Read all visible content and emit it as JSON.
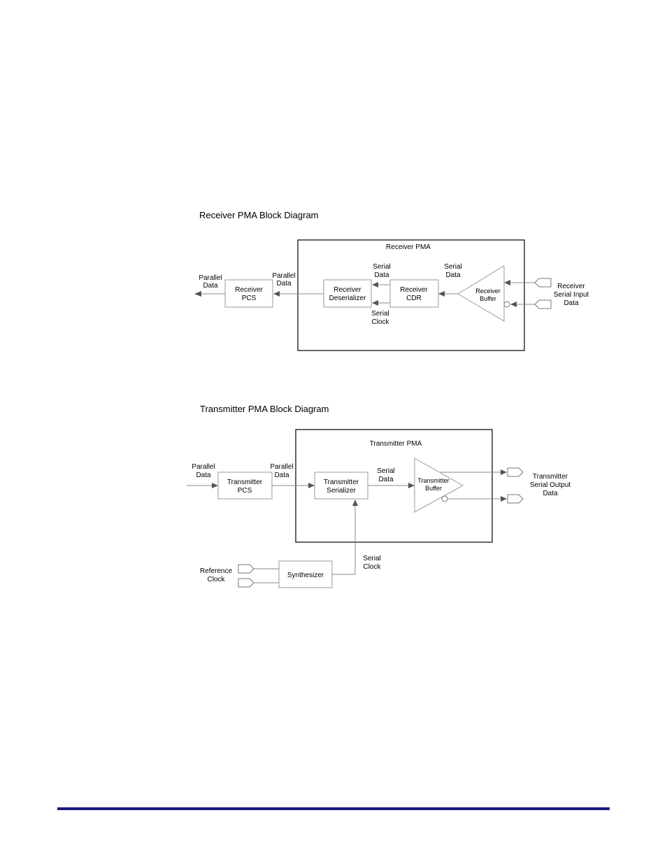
{
  "receiver": {
    "title": "Receiver PMA Block Diagram",
    "pma_label": "Receiver PMA",
    "parallel_out": [
      "Parallel",
      "Data"
    ],
    "parallel_in": [
      "Parallel",
      "Data"
    ],
    "pcs": [
      "Receiver",
      "PCS"
    ],
    "deserializer": [
      "Receiver",
      "Deserializer"
    ],
    "serial_data_inner": [
      "Serial",
      "Data"
    ],
    "serial_clock": [
      "Serial",
      "Clock"
    ],
    "cdr": [
      "Receiver",
      "CDR"
    ],
    "serial_data_outer": [
      "Serial",
      "Data"
    ],
    "buffer": [
      "Receiver",
      "Buffer"
    ],
    "input_label": [
      "Receiver",
      "Serial Input",
      "Data"
    ]
  },
  "transmitter": {
    "title": "Transmitter PMA Block Diagram",
    "pma_label": "Transmitter PMA",
    "parallel_in": [
      "Parallel",
      "Data"
    ],
    "parallel_mid": [
      "Parallel",
      "Data"
    ],
    "pcs": [
      "Transmitter",
      "PCS"
    ],
    "serializer": [
      "Transmitter",
      "Serializer"
    ],
    "serial_data": [
      "Serial",
      "Data"
    ],
    "buffer": [
      "Transmitter",
      "Buffer"
    ],
    "output_label": [
      "Transmitter",
      "Serial Output",
      "Data"
    ],
    "reference_clock": [
      "Reference",
      "Clock"
    ],
    "synthesizer": "Synthesizer",
    "serial_clock": [
      "Serial",
      "Clock"
    ]
  }
}
